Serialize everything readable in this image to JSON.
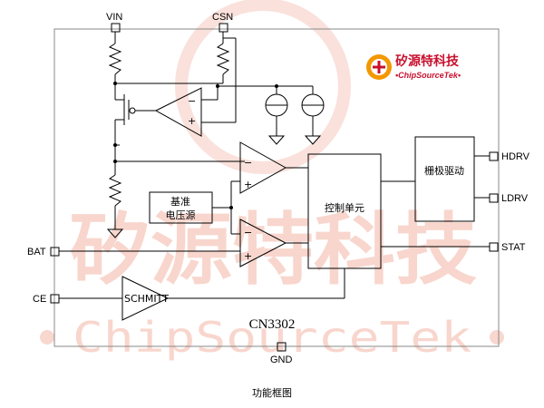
{
  "pins": {
    "vin": "VIN",
    "csn": "CSN",
    "hdrv": "HDRV",
    "ldrv": "LDRV",
    "bat": "BAT",
    "stat": "STAT",
    "ce": "CE",
    "gnd": "GND"
  },
  "blocks": {
    "reference_line1": "基准",
    "reference_line2": "电压源",
    "control_unit": "控制单元",
    "gate_driver": "栅极驱动",
    "schmitt": "SCHMITT"
  },
  "comparator_signs": {
    "minus": "−",
    "plus": "+"
  },
  "part_number": "CN3302",
  "caption": "功能框图",
  "logo": {
    "name_cn": "矽源特科技",
    "name_en": "•ChipSourceTek•"
  },
  "watermark": {
    "text_cn": "矽源特科技",
    "text_en": "ChipSourceTek"
  },
  "colors": {
    "line": "#000000",
    "frame": "#888888",
    "watermark": "#f6c9bd",
    "brand": "#c8102e"
  }
}
